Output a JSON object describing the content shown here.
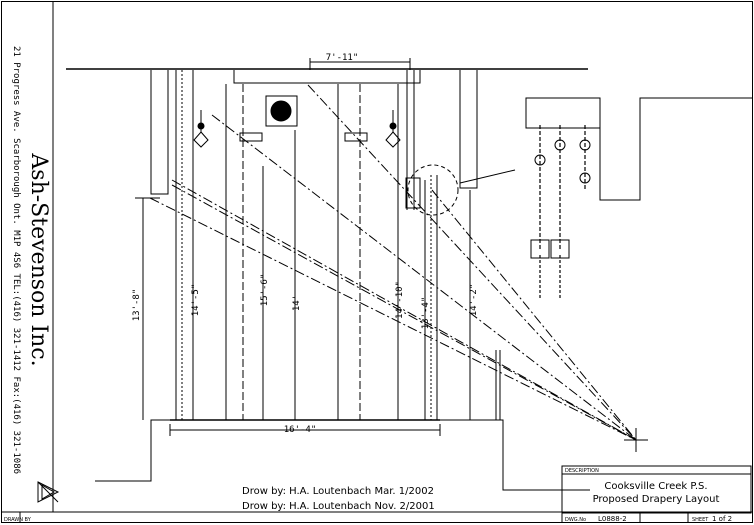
{
  "company": {
    "name": "Ash-Stevenson Inc.",
    "address": "21 Progress Ave. Scarborough Ont. M1P 4S6 TEL:(416) 321-1412 Fax:(416) 321-1086"
  },
  "dimensions": {
    "top_width": "7'-11\"",
    "bottom_width": "16'-4\"",
    "d_13_8": "13'-8\"",
    "d_14_5": "14'-5\"",
    "d_15_6": "15'-6\"",
    "d_14": "14'",
    "d_14_10": "14'-10\"",
    "d_13_4": "13'-4\"",
    "d_14_2": "14'-2\""
  },
  "drawn_by": {
    "line1": "Drow by: H.A. Loutenbach Mar. 1/2002",
    "line2": "Drow by: H.A. Loutenbach Nov. 2/2001"
  },
  "title_block": {
    "description_label": "DESCRIPTION",
    "project": "Cooksville Creek P.S.",
    "subtitle": "Proposed Drapery Layout",
    "dwg_label": "DWG.No",
    "dwg_no": "L0888-2",
    "sheet_label": "SHEET",
    "sheet_value": "1 of 2",
    "drawn_label": "DRAWN BY"
  }
}
